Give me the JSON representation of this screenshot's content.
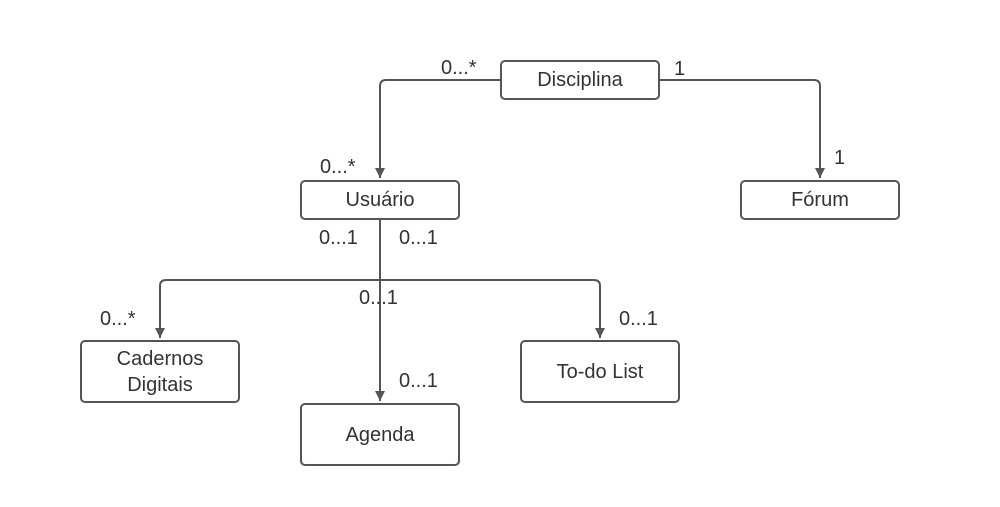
{
  "colors": {
    "stroke": "#555555",
    "text": "#333333",
    "background": "#ffffff"
  },
  "nodes": {
    "disciplina": "Disciplina",
    "usuario": "Usuário",
    "forum": "Fórum",
    "cadernos": "Cadernos\nDigitais",
    "agenda": "Agenda",
    "todo": "To-do List"
  },
  "multiplicities": {
    "disciplina_usuario_source": "0...*",
    "disciplina_usuario_target": "0...*",
    "disciplina_forum_source": "1",
    "disciplina_forum_target": "1",
    "usuario_left_source": "0...1",
    "usuario_right_source": "0...1",
    "cadernos_target": "0...*",
    "agenda_source": "0...1",
    "agenda_target": "0...1",
    "todo_target": "0...1"
  }
}
